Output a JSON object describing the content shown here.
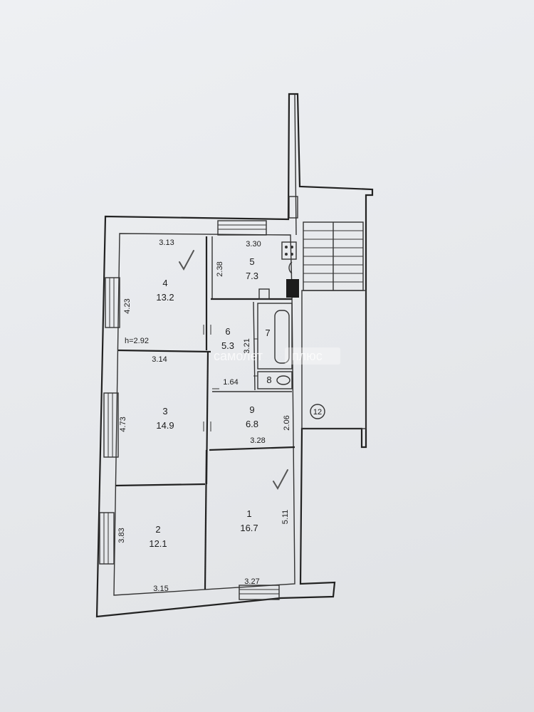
{
  "rooms": [
    {
      "id": "1",
      "area": "16.7"
    },
    {
      "id": "2",
      "area": "12.1"
    },
    {
      "id": "3",
      "area": "14.9"
    },
    {
      "id": "4",
      "area": "13.2"
    },
    {
      "id": "5",
      "area": "7.3"
    },
    {
      "id": "6",
      "area": "5.3"
    },
    {
      "id": "7"
    },
    {
      "id": "8"
    },
    {
      "id": "9",
      "area": "6.8"
    }
  ],
  "balcony_label": "12",
  "ceiling_height": "h=2.92",
  "dimensions": {
    "r4_top": "3.13",
    "r4_side": "4.23",
    "r4_bottom": "3.14",
    "r5_top": "3.30",
    "r5_side": "2.38",
    "r6_side": "3.21",
    "r6_bottom": "1.64",
    "r3_side": "4.73",
    "r9_side": "2.06",
    "r9_bottom": "3.28",
    "r2_side": "3.83",
    "r2_bottom": "3.15",
    "r1_side": "5.11",
    "r1_bottom": "3.27"
  },
  "watermark": {
    "part1": "самолет",
    "part2": "плюс"
  }
}
